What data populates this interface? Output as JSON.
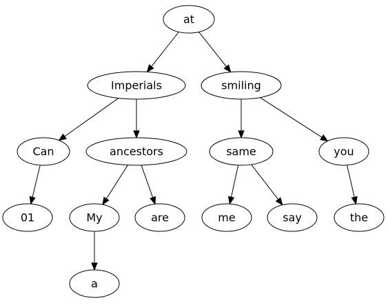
{
  "diagram": {
    "type": "tree",
    "colors": {
      "stroke": "#000000",
      "fill": "#ffffff",
      "text": "#000000",
      "background": "#ffffff"
    },
    "nodes": [
      {
        "id": "at",
        "label": "at"
      },
      {
        "id": "imperials",
        "label": "Imperials"
      },
      {
        "id": "smiling",
        "label": "smiling"
      },
      {
        "id": "can",
        "label": "Can"
      },
      {
        "id": "ancestors",
        "label": "ancestors"
      },
      {
        "id": "same",
        "label": "same"
      },
      {
        "id": "you",
        "label": "you"
      },
      {
        "id": "n01",
        "label": "01"
      },
      {
        "id": "my",
        "label": "My"
      },
      {
        "id": "are",
        "label": "are"
      },
      {
        "id": "me",
        "label": "me"
      },
      {
        "id": "say",
        "label": "say"
      },
      {
        "id": "the",
        "label": "the"
      },
      {
        "id": "a",
        "label": "a"
      }
    ],
    "edges": [
      {
        "from": "at",
        "to": "imperials"
      },
      {
        "from": "at",
        "to": "smiling"
      },
      {
        "from": "imperials",
        "to": "can"
      },
      {
        "from": "imperials",
        "to": "ancestors"
      },
      {
        "from": "smiling",
        "to": "same"
      },
      {
        "from": "smiling",
        "to": "you"
      },
      {
        "from": "can",
        "to": "n01"
      },
      {
        "from": "ancestors",
        "to": "my"
      },
      {
        "from": "ancestors",
        "to": "are"
      },
      {
        "from": "same",
        "to": "me"
      },
      {
        "from": "same",
        "to": "say"
      },
      {
        "from": "you",
        "to": "the"
      },
      {
        "from": "my",
        "to": "a"
      }
    ]
  }
}
